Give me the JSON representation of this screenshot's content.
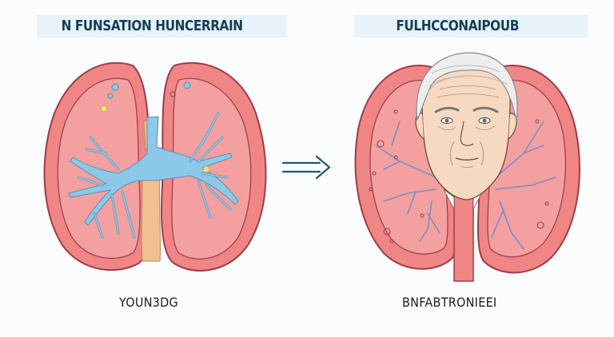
{
  "banners": {
    "left": "N FUNSATION HUNCERRAIN",
    "right": "FULHCCONAIPOUB"
  },
  "captions": {
    "left": "YOUN3DG",
    "right": "BNFABTRONIEEI"
  },
  "arrow": {
    "icon": "double-arrow-right-icon",
    "color": "#1f5873"
  },
  "colors": {
    "lung_fill": "#f08585",
    "lung_outline": "#9c3d4a",
    "inner_fill": "#f4a0a0",
    "airway_blue": "#8cc8e8",
    "trachea_tan": "#f2c08f",
    "banner_bg": "#e8f2f9",
    "banner_text": "#153e57",
    "background": "#fbfcfd"
  },
  "panels": {
    "left": {
      "subject": "young lungs",
      "icon": "lungs-illustration"
    },
    "right": {
      "subject": "elderly man over lungs",
      "icon": "elderly-face-lungs-illustration"
    }
  }
}
